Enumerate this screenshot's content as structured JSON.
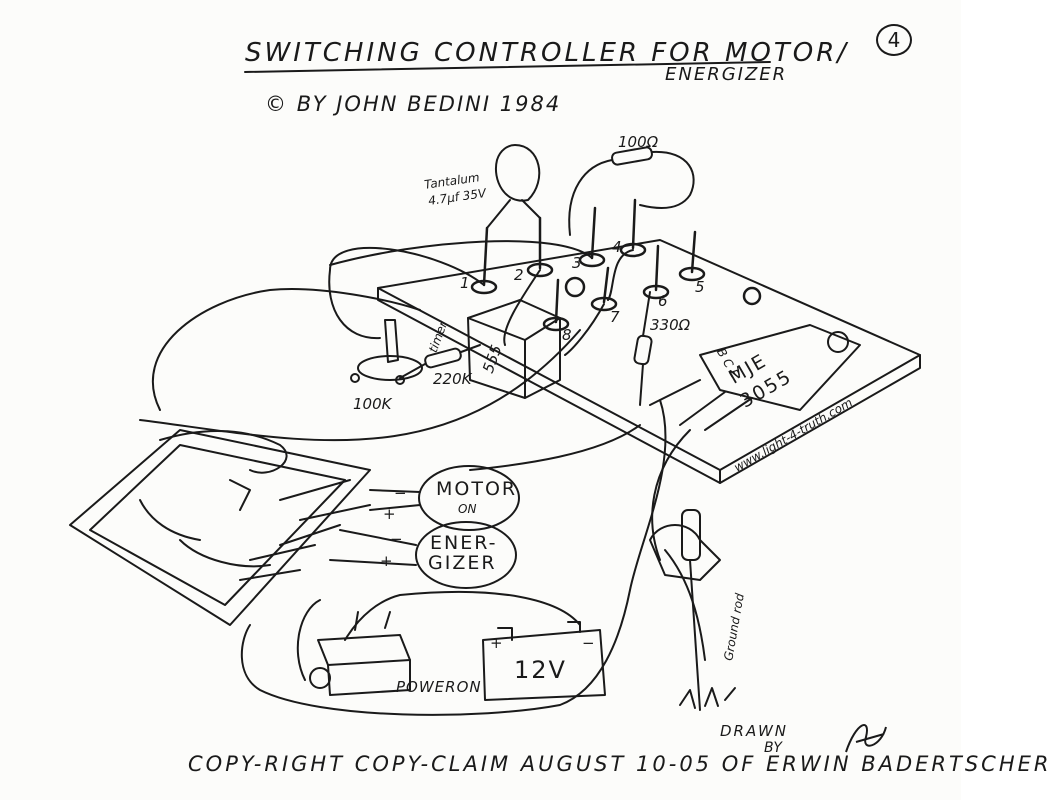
{
  "header": {
    "title": "SWITCHING CONTROLLER FOR MOTOR/",
    "title_line2": "ENERGIZER",
    "copyright_symbol": "©",
    "byline": "BY JOHN BEDINI 1984",
    "page_number": "4"
  },
  "labels": {
    "tantalum": "Tantalum",
    "tantalum_value": "4.7µf 35V",
    "r100": "100Ω",
    "r330": "330Ω",
    "r220k": "220K",
    "pot": "100K",
    "timer": "timer",
    "ic": "555",
    "transistor_line1": "MJE",
    "transistor_line2": "3055",
    "transistor_pins": "B C E",
    "website": "www.light-4-truth.com",
    "pin1": "1",
    "pin2": "2",
    "pin3": "3",
    "pin4": "4",
    "pin5": "5",
    "pin6": "6",
    "pin7": "7",
    "pin8": "8",
    "motor": "MOTOR",
    "motor_on": "ON",
    "energizer_1": "ENER-",
    "energizer_2": "GIZER",
    "battery": "12V",
    "power_on": "POWERON",
    "ground_rod": "Ground rod",
    "plus": "+",
    "minus": "−"
  },
  "footer": {
    "copyright": "COPY-RIGHT COPY-CLAIM AUGUST 10-05 OF ERWIN BADERTSCHER",
    "drawn": "DRAWN",
    "by": "BY"
  }
}
